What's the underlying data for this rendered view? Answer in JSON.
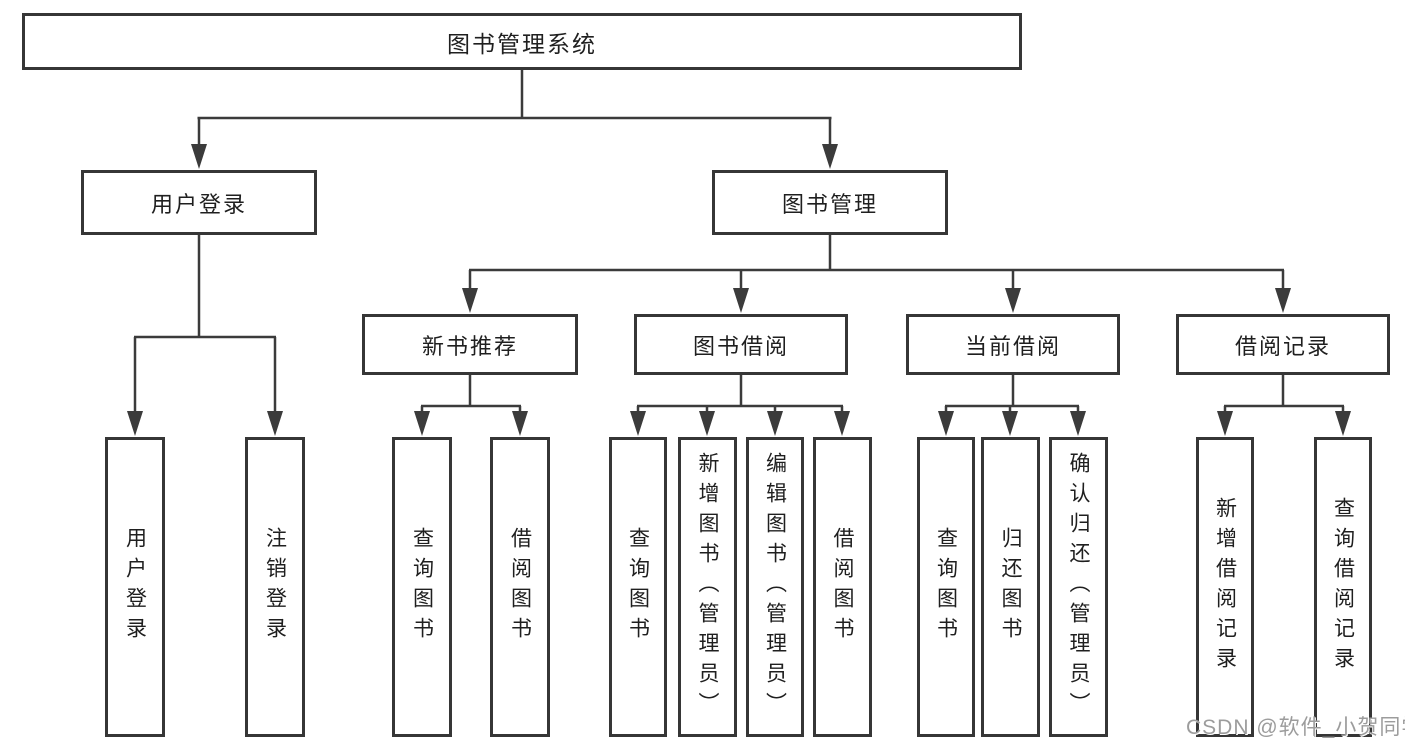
{
  "diagram": {
    "type": "hierarchy-tree",
    "tree": {
      "label": "图书管理系统",
      "children": [
        {
          "label": "用户登录",
          "children": [
            {
              "label": "用户登录"
            },
            {
              "label": "注销登录"
            }
          ]
        },
        {
          "label": "图书管理",
          "children": [
            {
              "label": "新书推荐",
              "children": [
                {
                  "label": "查询图书"
                },
                {
                  "label": "借阅图书"
                }
              ]
            },
            {
              "label": "图书借阅",
              "children": [
                {
                  "label": "查询图书"
                },
                {
                  "label": "新增图书（管理员）"
                },
                {
                  "label": "编辑图书（管理员）"
                },
                {
                  "label": "借阅图书"
                }
              ]
            },
            {
              "label": "当前借阅",
              "children": [
                {
                  "label": "查询图书"
                },
                {
                  "label": "归还图书"
                },
                {
                  "label": "确认归还（管理员）"
                }
              ]
            },
            {
              "label": "借阅记录",
              "children": [
                {
                  "label": "新增借阅记录"
                },
                {
                  "label": "查询借阅记录"
                }
              ]
            }
          ]
        }
      ]
    },
    "watermark": "CSDN @软件_小贺同学",
    "colors": {
      "background": "#ffffff",
      "box_border": "#363636",
      "line": "#3b3b3b",
      "text": "#1f1f1f",
      "watermark": "#9c9c9c"
    }
  }
}
